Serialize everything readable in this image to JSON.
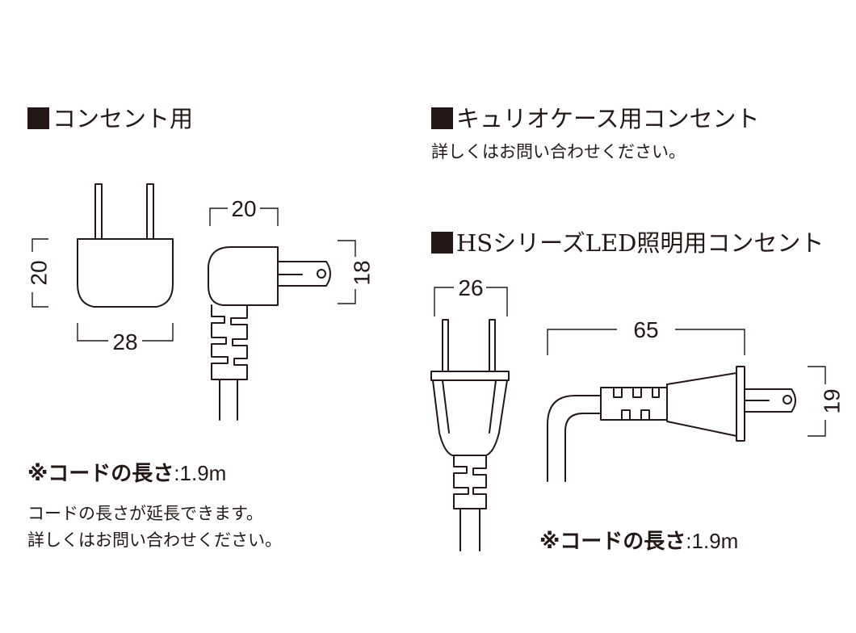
{
  "left": {
    "heading": "コンセント用",
    "dims": {
      "plug_height": "20",
      "plug_width": "28",
      "angled_width": "20",
      "angled_height": "18"
    },
    "cord_length_label": "※コードの長さ",
    "cord_length_value": ":1.9m",
    "note_line1": "コードの長さが延長できます。",
    "note_line2": "詳しくはお問い合わせください。"
  },
  "right_top": {
    "heading": "キュリオケース用コンセント",
    "note": "詳しくはお問い合わせください。"
  },
  "right_bottom": {
    "heading": "HSシリーズLED照明用コンセント",
    "dims": {
      "plug_width": "26",
      "plug_length": "65",
      "plug_height": "19"
    },
    "cord_length_label": "※コードの長さ",
    "cord_length_value": ":1.9m"
  },
  "colors": {
    "ink": "#231815",
    "background": "#ffffff"
  }
}
